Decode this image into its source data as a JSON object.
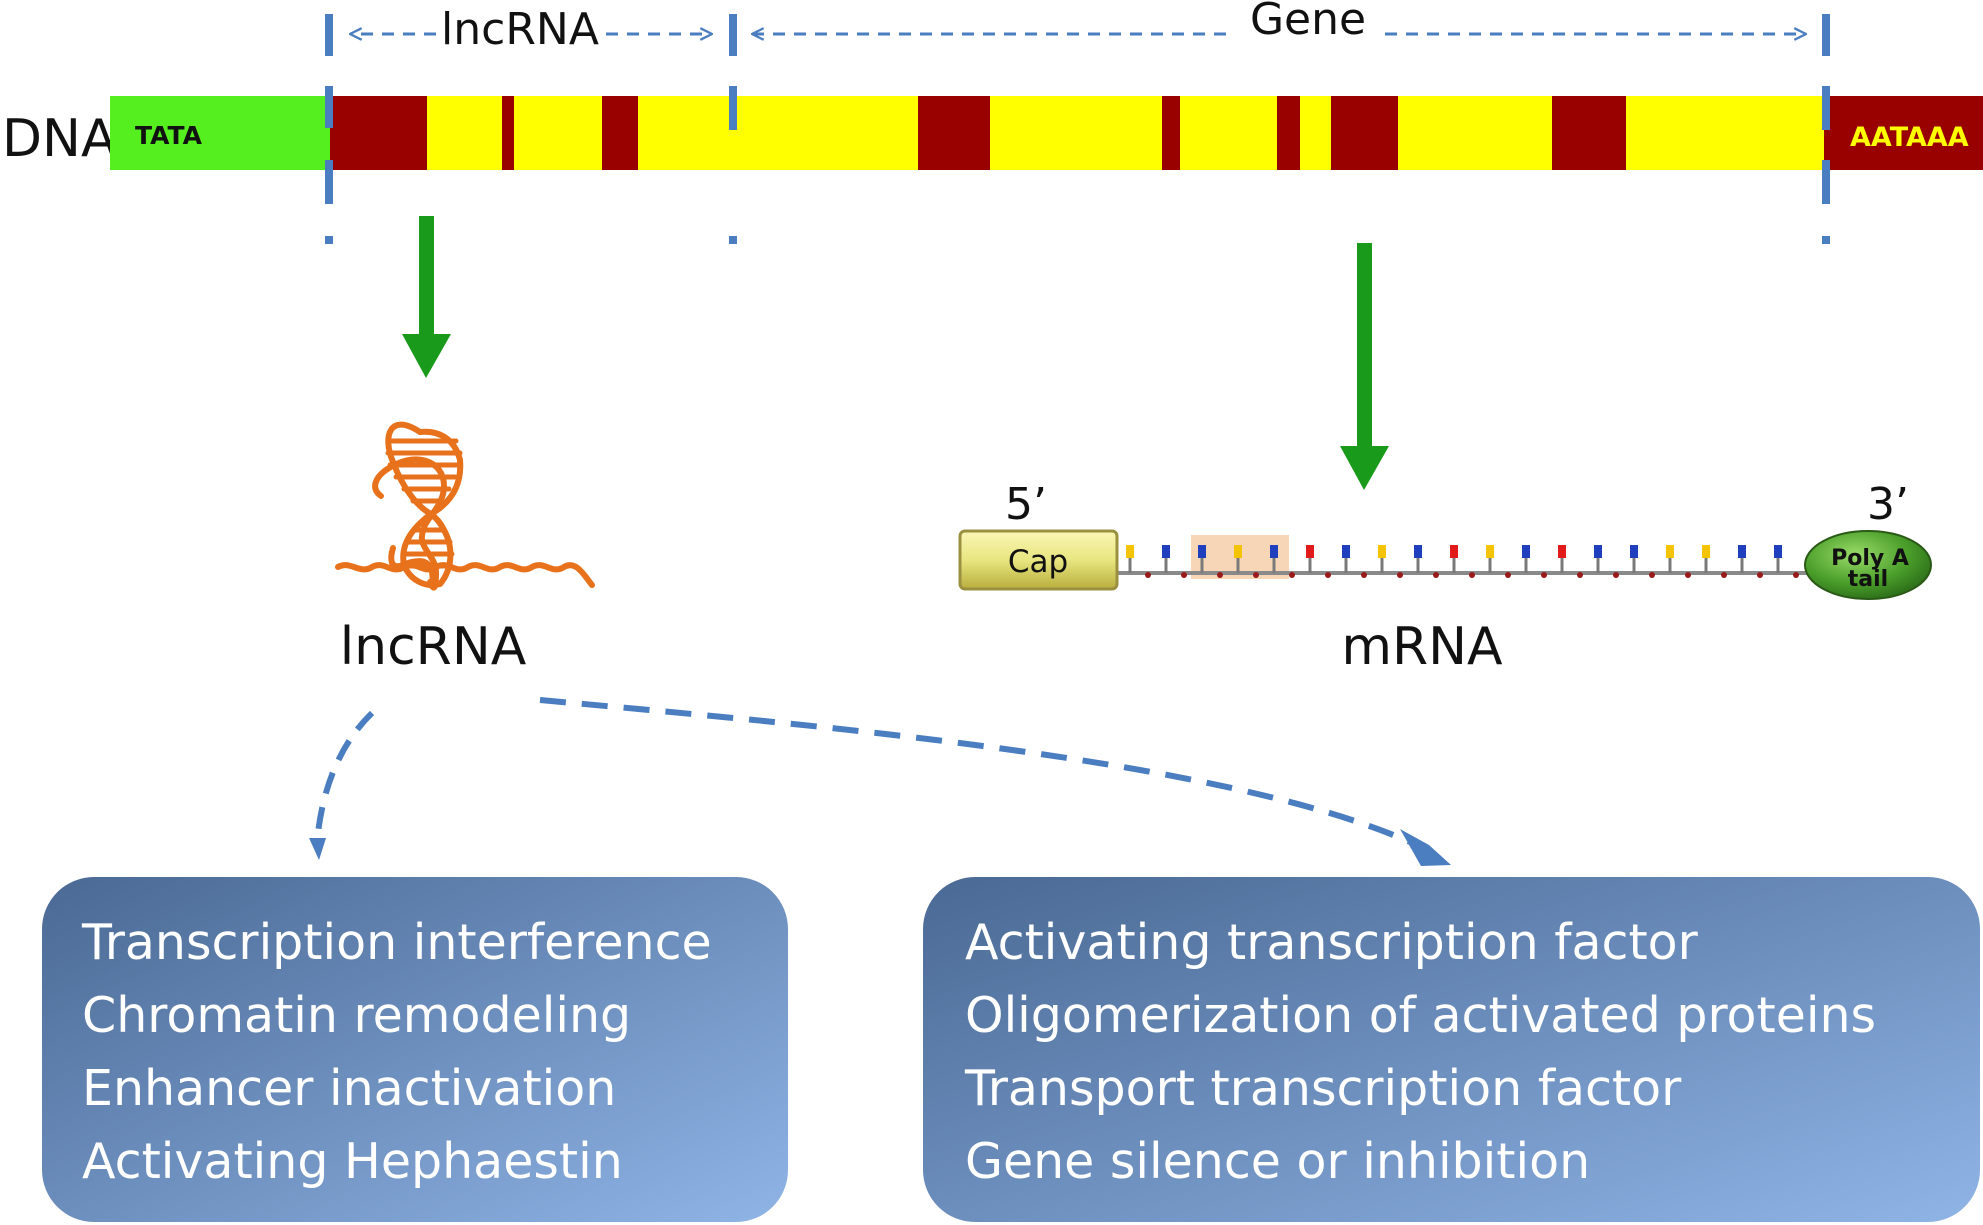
{
  "dna": {
    "label": "DNA",
    "promoter_label": "TATA",
    "polya_signal_label": "AATAAA",
    "region_lncrna_label": "lncRNA",
    "region_gene_label": "Gene"
  },
  "lncrna": {
    "label": "lncRNA"
  },
  "mrna": {
    "label": "mRNA",
    "five_prime": "5’",
    "three_prime": "3’",
    "cap_label": "Cap",
    "polya_line1": "Poly A",
    "polya_line2": "tail"
  },
  "functions_left": {
    "items": [
      "Transcription interference",
      "Chromatin remodeling",
      "Enhancer inactivation",
      "Activating Hephaestin"
    ]
  },
  "functions_right": {
    "items": [
      "Activating transcription factor",
      "Oligomerization of activated proteins",
      "Transport transcription factor",
      "Gene silence or inhibition"
    ]
  },
  "colors": {
    "promoter": "#55ee1f",
    "exon": "#990000",
    "intron": "#ffff00",
    "boundary": "#4a7ec0",
    "arrow_green": "#1a9a1a",
    "lncrna_orange": "#e8721c",
    "box_dark": "#4a6b97",
    "box_light": "#8db1e1",
    "polya_signal_text": "#ffff00"
  }
}
